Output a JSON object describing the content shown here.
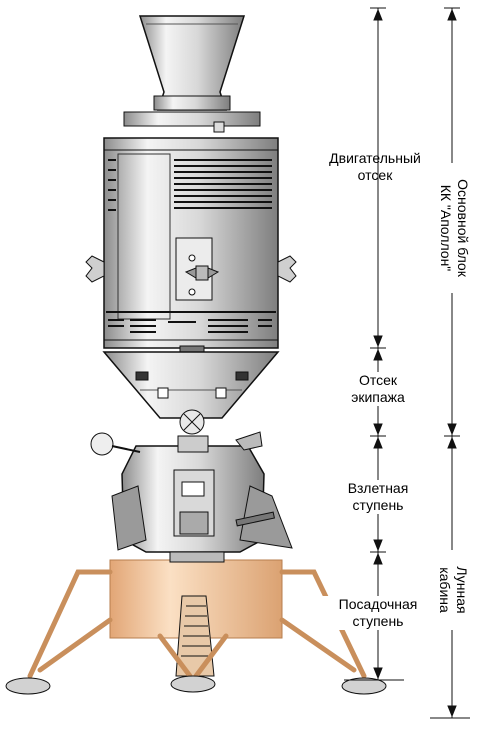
{
  "labels": {
    "engine_section": "Двигательный\nотсек",
    "crew_section": "Отсек\nэкипажа",
    "ascent_stage": "Взлетная\nступень",
    "descent_stage": "Посадочная\nступень",
    "main_unit": "Основной блок\nКК \"Аполлон\"",
    "lunar_module": "Лунная\nкабина"
  },
  "colors": {
    "metal_light": "#e6e6e6",
    "metal_mid": "#bdbdbd",
    "metal_dark": "#7a7a7a",
    "foil": "#f2c9a3",
    "leg": "#e8b88a",
    "line": "#111111"
  }
}
